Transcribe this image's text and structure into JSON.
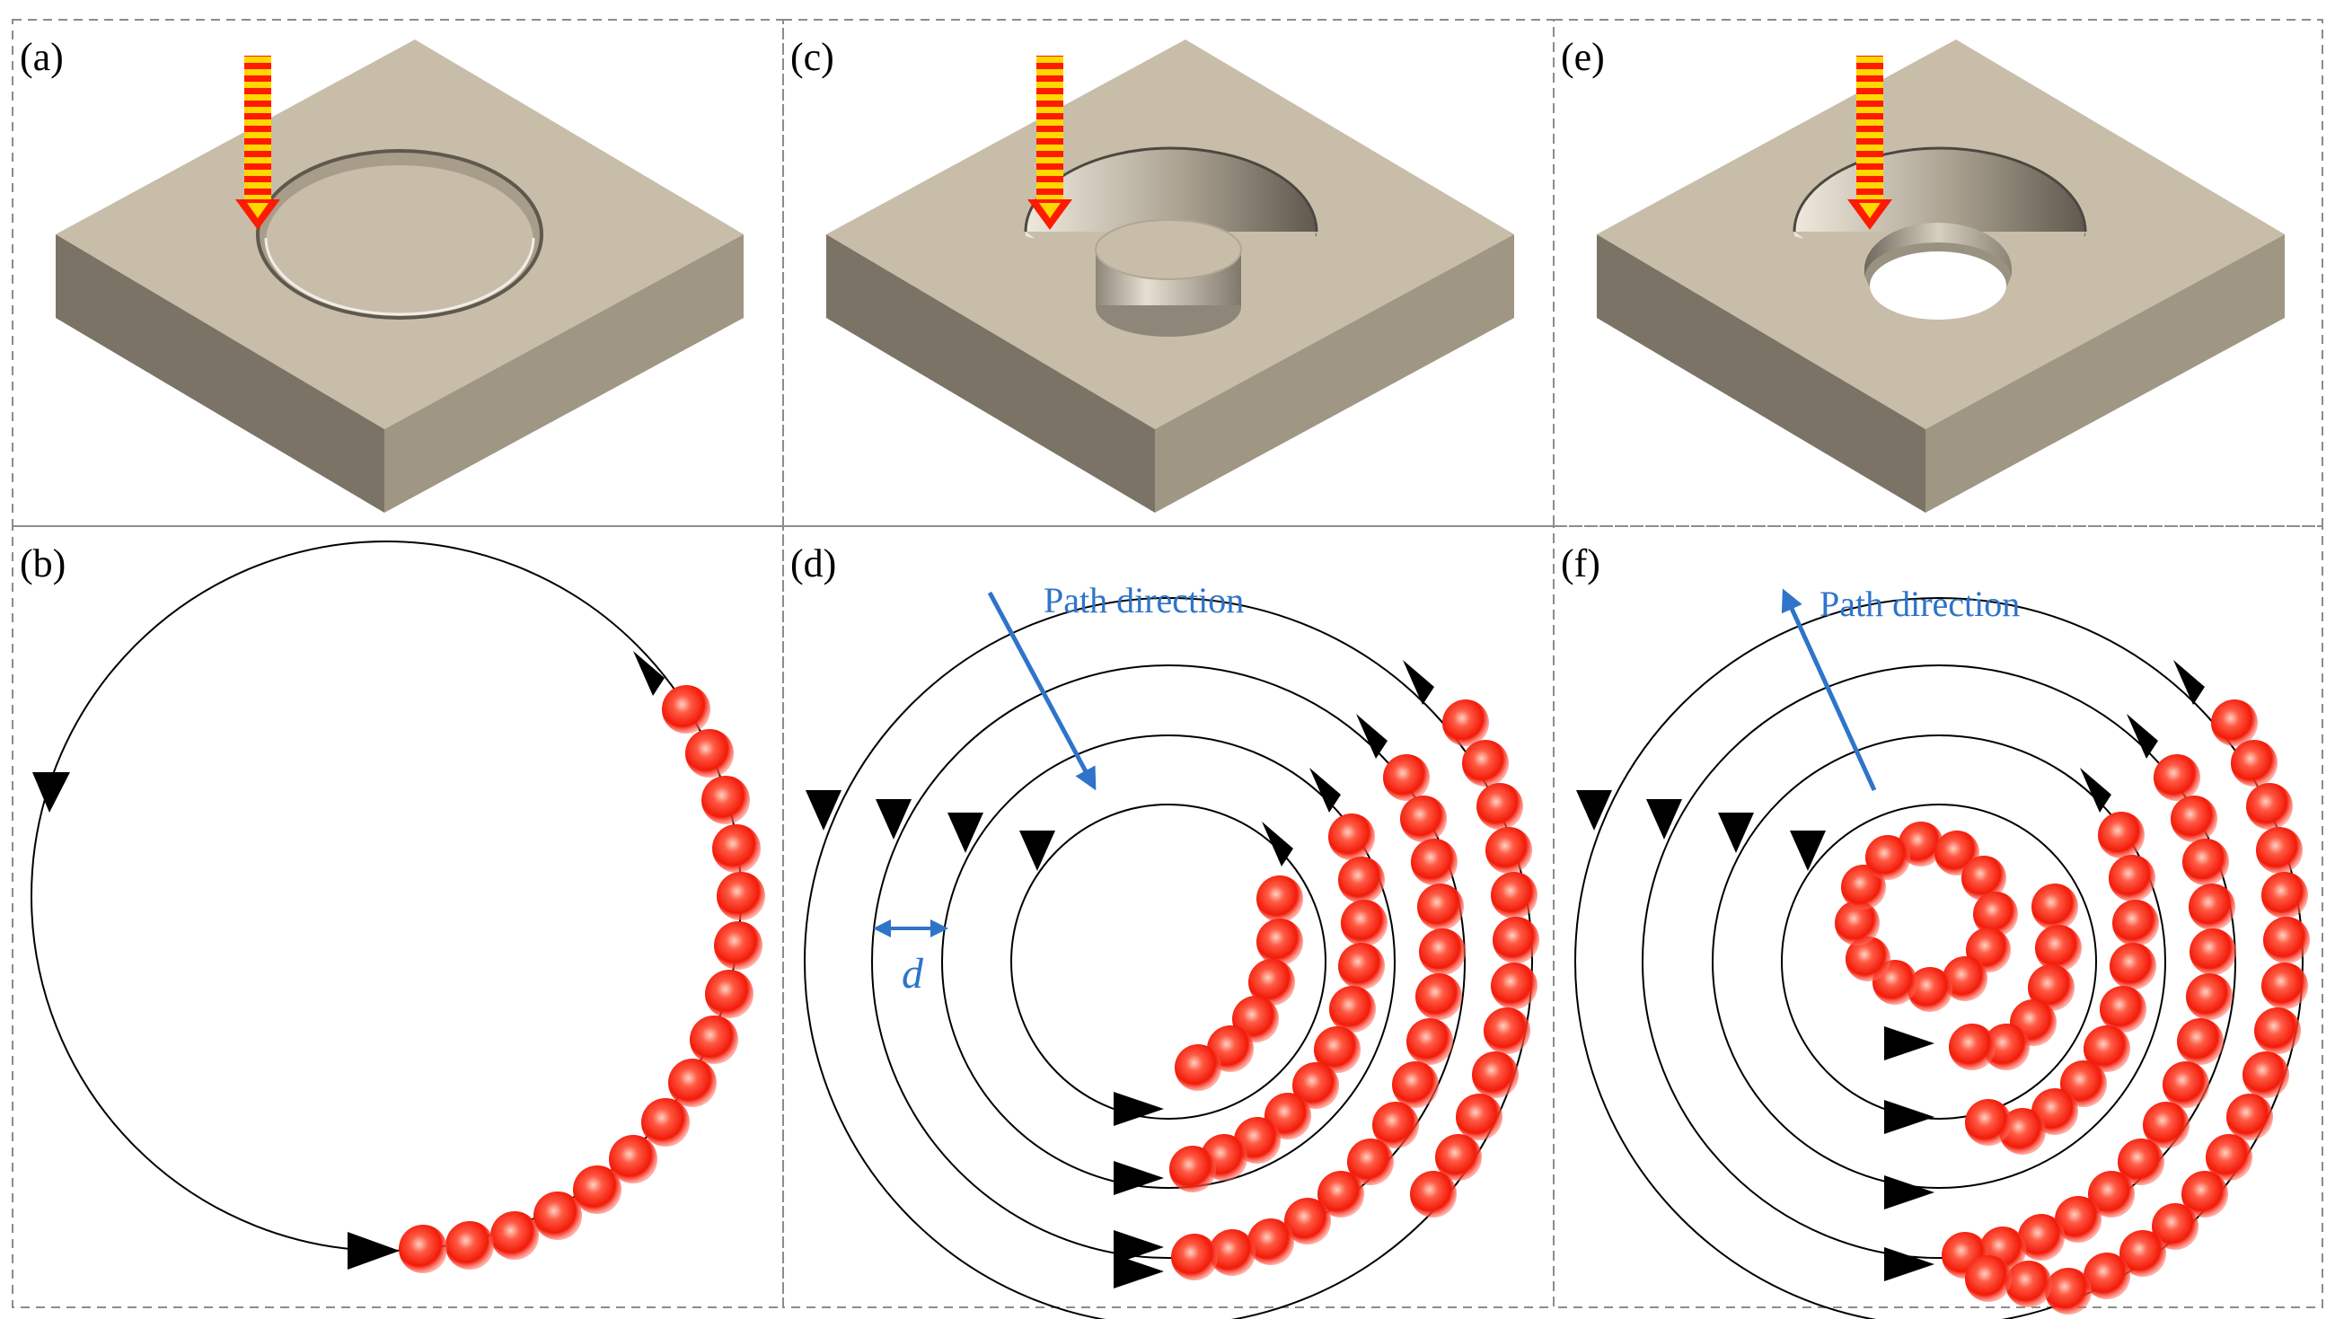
{
  "panels": {
    "a": {
      "label": "(a)"
    },
    "b": {
      "label": "(b)"
    },
    "c": {
      "label": "(c)"
    },
    "d": {
      "label": "(d)"
    },
    "e": {
      "label": "(e)"
    },
    "f": {
      "label": "(f)"
    }
  },
  "annotations": {
    "path_direction": "Path direction",
    "spacing_symbol": "d"
  },
  "colors": {
    "plate_top": "#c7bda9",
    "plate_left": "#7b7466",
    "plate_right": "#a09684",
    "laser_red": "#ff1a00",
    "laser_yellow": "#ffd800",
    "annotation_blue": "#2e74c9",
    "melt_red": "#ff2a10",
    "path_stroke": "#000000",
    "frame_dash": "#8c8c8c"
  }
}
